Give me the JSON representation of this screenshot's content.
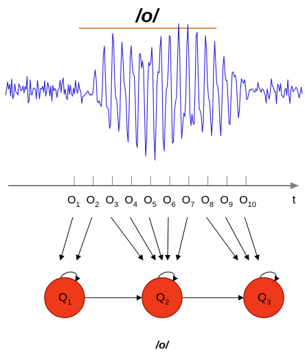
{
  "diagram": {
    "title": "/o/",
    "bottom_label": "/o/",
    "time_axis_label": "t",
    "colors": {
      "waveform": "#2b1fd6",
      "underline": "#d2691e",
      "state_fill": "#ee3a1a",
      "state_stroke": "#a01c08",
      "axis": "#808080",
      "arrow": "#000000"
    },
    "observations": [
      {
        "base": "O",
        "sub": "1"
      },
      {
        "base": "O",
        "sub": "2"
      },
      {
        "base": "O",
        "sub": "3"
      },
      {
        "base": "O",
        "sub": "4"
      },
      {
        "base": "O",
        "sub": "5"
      },
      {
        "base": "O",
        "sub": "6"
      },
      {
        "base": "O",
        "sub": "7"
      },
      {
        "base": "O",
        "sub": "8"
      },
      {
        "base": "O",
        "sub": "9"
      },
      {
        "base": "O",
        "sub": "10"
      }
    ],
    "states": [
      {
        "base": "Q",
        "sub": "1"
      },
      {
        "base": "Q",
        "sub": "2"
      },
      {
        "base": "Q",
        "sub": "3"
      }
    ],
    "emissions": [
      {
        "obs": 1,
        "state": 1
      },
      {
        "obs": 2,
        "state": 1
      },
      {
        "obs": 3,
        "state": 2
      },
      {
        "obs": 4,
        "state": 2
      },
      {
        "obs": 5,
        "state": 2
      },
      {
        "obs": 6,
        "state": 2
      },
      {
        "obs": 7,
        "state": 2
      },
      {
        "obs": 8,
        "state": 3
      },
      {
        "obs": 9,
        "state": 3
      },
      {
        "obs": 10,
        "state": 3
      }
    ],
    "transitions": [
      {
        "from": 1,
        "to": 1
      },
      {
        "from": 2,
        "to": 2
      },
      {
        "from": 3,
        "to": 3
      },
      {
        "from": 1,
        "to": 2
      },
      {
        "from": 2,
        "to": 3
      }
    ]
  }
}
